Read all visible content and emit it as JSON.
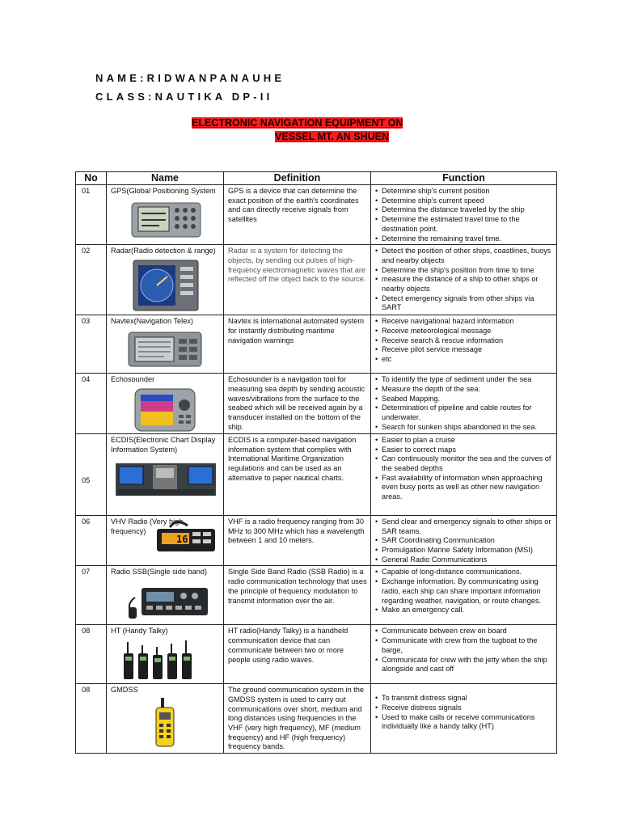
{
  "header": {
    "name_line": "NAME:RIDWANPANAUHE",
    "class_line": "CLASS:NAUTIKA DP-II"
  },
  "title": {
    "line1": "ELECTRONIC NAVIGATION EQUIPMENT ON",
    "line2": "VESSEL MT. AN SHUEN"
  },
  "table": {
    "headers": {
      "no": "No",
      "name": "Name",
      "definition": "Definition",
      "function": "Function"
    },
    "rows": [
      {
        "no": "01",
        "name": "GPS(Global Positioning System",
        "icon": "gps-receiver-image",
        "definition": "GPS is a device that can determine the exact position of the earth's coordinates and can directly receive signals from satellites",
        "functions": [
          "Determine ship's current position",
          "Determine ship's current speed",
          "Determina the distance traveled by the ship",
          "Determine the estimated travel time to the destination point.",
          "Determine the remaining travel time."
        ]
      },
      {
        "no": "02",
        "name": "Radar(Radio detection & range)",
        "icon": "radar-display-image",
        "definition": "Radar is a system for detecting the objects, by sending out pulses of high-frequency electromagnetic waves that are reflected off the object back to the source.",
        "functions": [
          "Detect the position of other ships, coastlines, buoys and nearby objects",
          "Determine the ship's position from time to time",
          "measure the distance of a ship to other ships or nearby objects",
          "Detect emergency signals from other ships via SART"
        ]
      },
      {
        "no": "03",
        "name": "Navtex(Navigation Telex)",
        "icon": "navtex-receiver-image",
        "definition": "Navtex is international automated system for instantly distributing maritime navigation warnings",
        "functions": [
          "Receive navigational hazard information",
          "Receive meteorological message",
          "Receive search & rescue information",
          "Receive pilot service message",
          "etc"
        ]
      },
      {
        "no": "04",
        "name": "Echosounder",
        "icon": "echosounder-image",
        "definition": "Echosounder is a navigation tool for measuring sea depth by sending acoustic waves/vibrations from the surface to the seabed which will be received again by a transducer installed on the bottom of the ship.",
        "functions": [
          "To identify the type of sediment under the sea",
          "Measure the depth of the sea.",
          "Seabed Mapping.",
          "Determination of pipeline and cable routes for underwater.",
          "Search for sunken ships abandoned in the sea."
        ]
      },
      {
        "no": "05",
        "name": "ECDIS(Electronic Chart Display Information System)",
        "icon": "ecdis-console-image",
        "definition": "ECDIS is a computer-based navigation information system that complies with International Maritime Organization regulations and can be used as an alternative to paper nautical charts.",
        "functions": [
          "Easier to plan a cruise",
          "Easier to correct maps",
          "Can continuously monitor the sea and the curves of the seabed depths",
          "Fast availability of information when approaching even busy ports as well as other new navigation areas."
        ]
      },
      {
        "no": "06",
        "name": "VHV Radio (Very high frequency)",
        "icon": "vhf-radio-image",
        "definition": "VHF is a radio frequency ranging from 30 MHz to 300 MHz which has a wavelength between 1 and 10 meters.",
        "display_text": "16",
        "functions": [
          "Send clear and emergency signals to other ships or SAR teams.",
          "SAR Coordinating Communication",
          "Promulgation Marine Safety Information (MSI)",
          "General Radio Communications"
        ]
      },
      {
        "no": "07",
        "name": "Radio SSB(Single side band)",
        "icon": "ssb-radio-image",
        "definition": "Single Side Band Radio (SSB Radio) is a radio communication technology that uses the principle of frequency modulation to transmit information over the air.",
        "functions": [
          "Capable of long-distance communications.",
          "Exchange information. By communicating using radio, each ship can share important information regarding weather, navigation, or route changes.",
          "Make an emergency call."
        ]
      },
      {
        "no": "08",
        "name": "HT (Handy Talky)",
        "icon": "handy-talky-group-image",
        "definition": "HT radio(Handy Talky) is a handheld communication device that can communicate between two or more people using radio waves.",
        "functions": [
          "Communicate between crew on board",
          "Communicate with crew from the tugboat to the barge,",
          "Communicate for crew with the jetty when the ship alongside and cast off"
        ]
      },
      {
        "no": "08",
        "name": "GMDSS",
        "icon": "gmdss-handheld-image",
        "definition": "The ground communication system in the GMDSS system is used to carry out communications over short, medium and long distances using frequencies in the VHF (very high frequency), MF (medium frequency) and HF (high frequency) frequency bands.",
        "functions": [
          "To transmit distress signal",
          "Receive distress signals",
          "Used to make calls or receive communications individually like a handy talky (HT)"
        ]
      }
    ]
  }
}
